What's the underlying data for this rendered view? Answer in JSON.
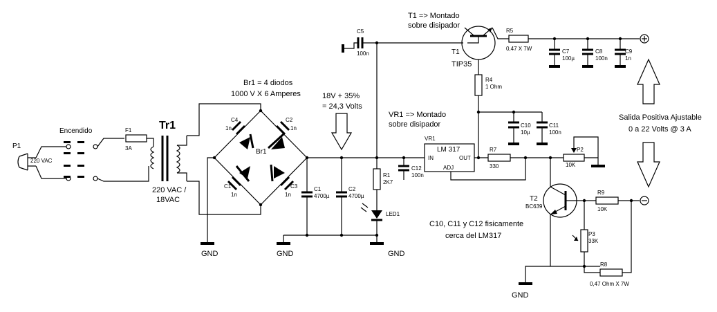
{
  "labels": {
    "p1": "P1",
    "p1_voltage": "220 VAC",
    "encendido": "Encendido",
    "f1": "F1",
    "f1_value": "3A",
    "tr1": "Tr1",
    "tr1_spec_1": "220 VAC /",
    "tr1_spec_2": "18VAC",
    "br1_note_1": "Br1 = 4 diodos",
    "br1_note_2": "1000 V X 6 Amperes",
    "br1": "Br1",
    "c1": "C1",
    "c2": "C2",
    "c3": "C3",
    "c4": "C4",
    "cap_1n": "1n",
    "c1_big": "C1",
    "c1_big_value": "4700µ",
    "c2_big": "C2",
    "c2_big_value": "4700µ",
    "voltage_note_1": "18V + 35%",
    "voltage_note_2": "= 24,3 Volts",
    "c5": "C5",
    "c5_value": "100n",
    "r1": "R1",
    "r1_value": "2K7",
    "led1": "LED1",
    "c12": "C12",
    "c12_value": "100n",
    "vr1_note_1": "VR1 => Montado",
    "vr1_note_2": "sobre disipador",
    "vr1": "VR1",
    "lm317": "LM 317",
    "pin_in": "IN",
    "pin_out": "OUT",
    "pin_adj": "ADJ",
    "t1_note_1": "T1 => Montado",
    "t1_note_2": "sobre disipador",
    "t1": "T1",
    "t1_type": "TIP35",
    "r5": "R5",
    "r5_value": "0,47 X 7W",
    "r4": "R4",
    "r4_value": "1 Ohm",
    "c7": "C7",
    "c7_value": "100µ",
    "c8": "C8",
    "c8_value": "100n",
    "c9": "C9",
    "c9_value": "1n",
    "c10": "C10",
    "c10_value": "10µ",
    "c11": "C11",
    "c11_value": "100n",
    "r7": "R7",
    "r7_value": "330",
    "p2": "P2",
    "p2_value": "10K",
    "output_note_1": "Salida Positiva Ajustable",
    "output_note_2": "0 a 22 Volts @ 3 A",
    "t2": "T2",
    "t2_type": "BC639",
    "r9": "R9",
    "r9_value": "10K",
    "p3": "P3",
    "p3_value": "33K",
    "r8": "R8",
    "r8_value": "0,47 Ohm X 7W",
    "c_note_1": "C10, C11 y C12 fisicamente",
    "c_note_2": "cerca del LM317",
    "gnd": "GND",
    "plus": "+",
    "minus": "−"
  }
}
